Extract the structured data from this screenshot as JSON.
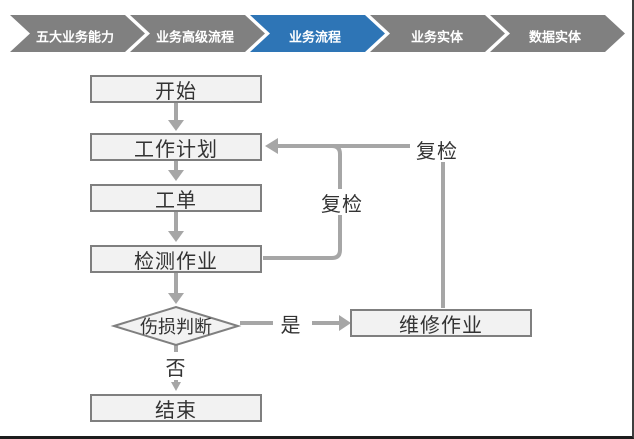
{
  "nav": {
    "active_index": 2,
    "items": [
      {
        "label": "五大业务能力"
      },
      {
        "label": "业务高级流程"
      },
      {
        "label": "业务流程"
      },
      {
        "label": "业务实体"
      },
      {
        "label": "数据实体"
      }
    ],
    "colors": {
      "inactive": "#808080",
      "active": "#2E75B6",
      "text": "#FFFFFF"
    }
  },
  "flowchart": {
    "nodes": {
      "start": {
        "label": "开始",
        "type": "process"
      },
      "plan": {
        "label": "工作计划",
        "type": "process"
      },
      "order": {
        "label": "工单",
        "type": "process"
      },
      "inspect": {
        "label": "检测作业",
        "type": "process"
      },
      "decision": {
        "label": "伤损判断",
        "type": "decision"
      },
      "repair": {
        "label": "维修作业",
        "type": "process"
      },
      "end": {
        "label": "结束",
        "type": "process"
      }
    },
    "edge_labels": {
      "yes": "是",
      "no": "否",
      "recheck_inner": "复检",
      "recheck_outer": "复检"
    },
    "edges": [
      {
        "from": "start",
        "to": "plan",
        "label": ""
      },
      {
        "from": "plan",
        "to": "order",
        "label": ""
      },
      {
        "from": "order",
        "to": "inspect",
        "label": ""
      },
      {
        "from": "inspect",
        "to": "decision",
        "label": ""
      },
      {
        "from": "decision",
        "to": "repair",
        "label": "是"
      },
      {
        "from": "decision",
        "to": "end",
        "label": "否"
      },
      {
        "from": "inspect",
        "to": "plan",
        "label": "复检"
      },
      {
        "from": "repair",
        "to": "plan",
        "label": "复检"
      }
    ],
    "colors": {
      "node_fill": "#F2F2F2",
      "node_border": "#7F7F7F",
      "connector": "#A6A6A6",
      "text": "#333333"
    }
  }
}
